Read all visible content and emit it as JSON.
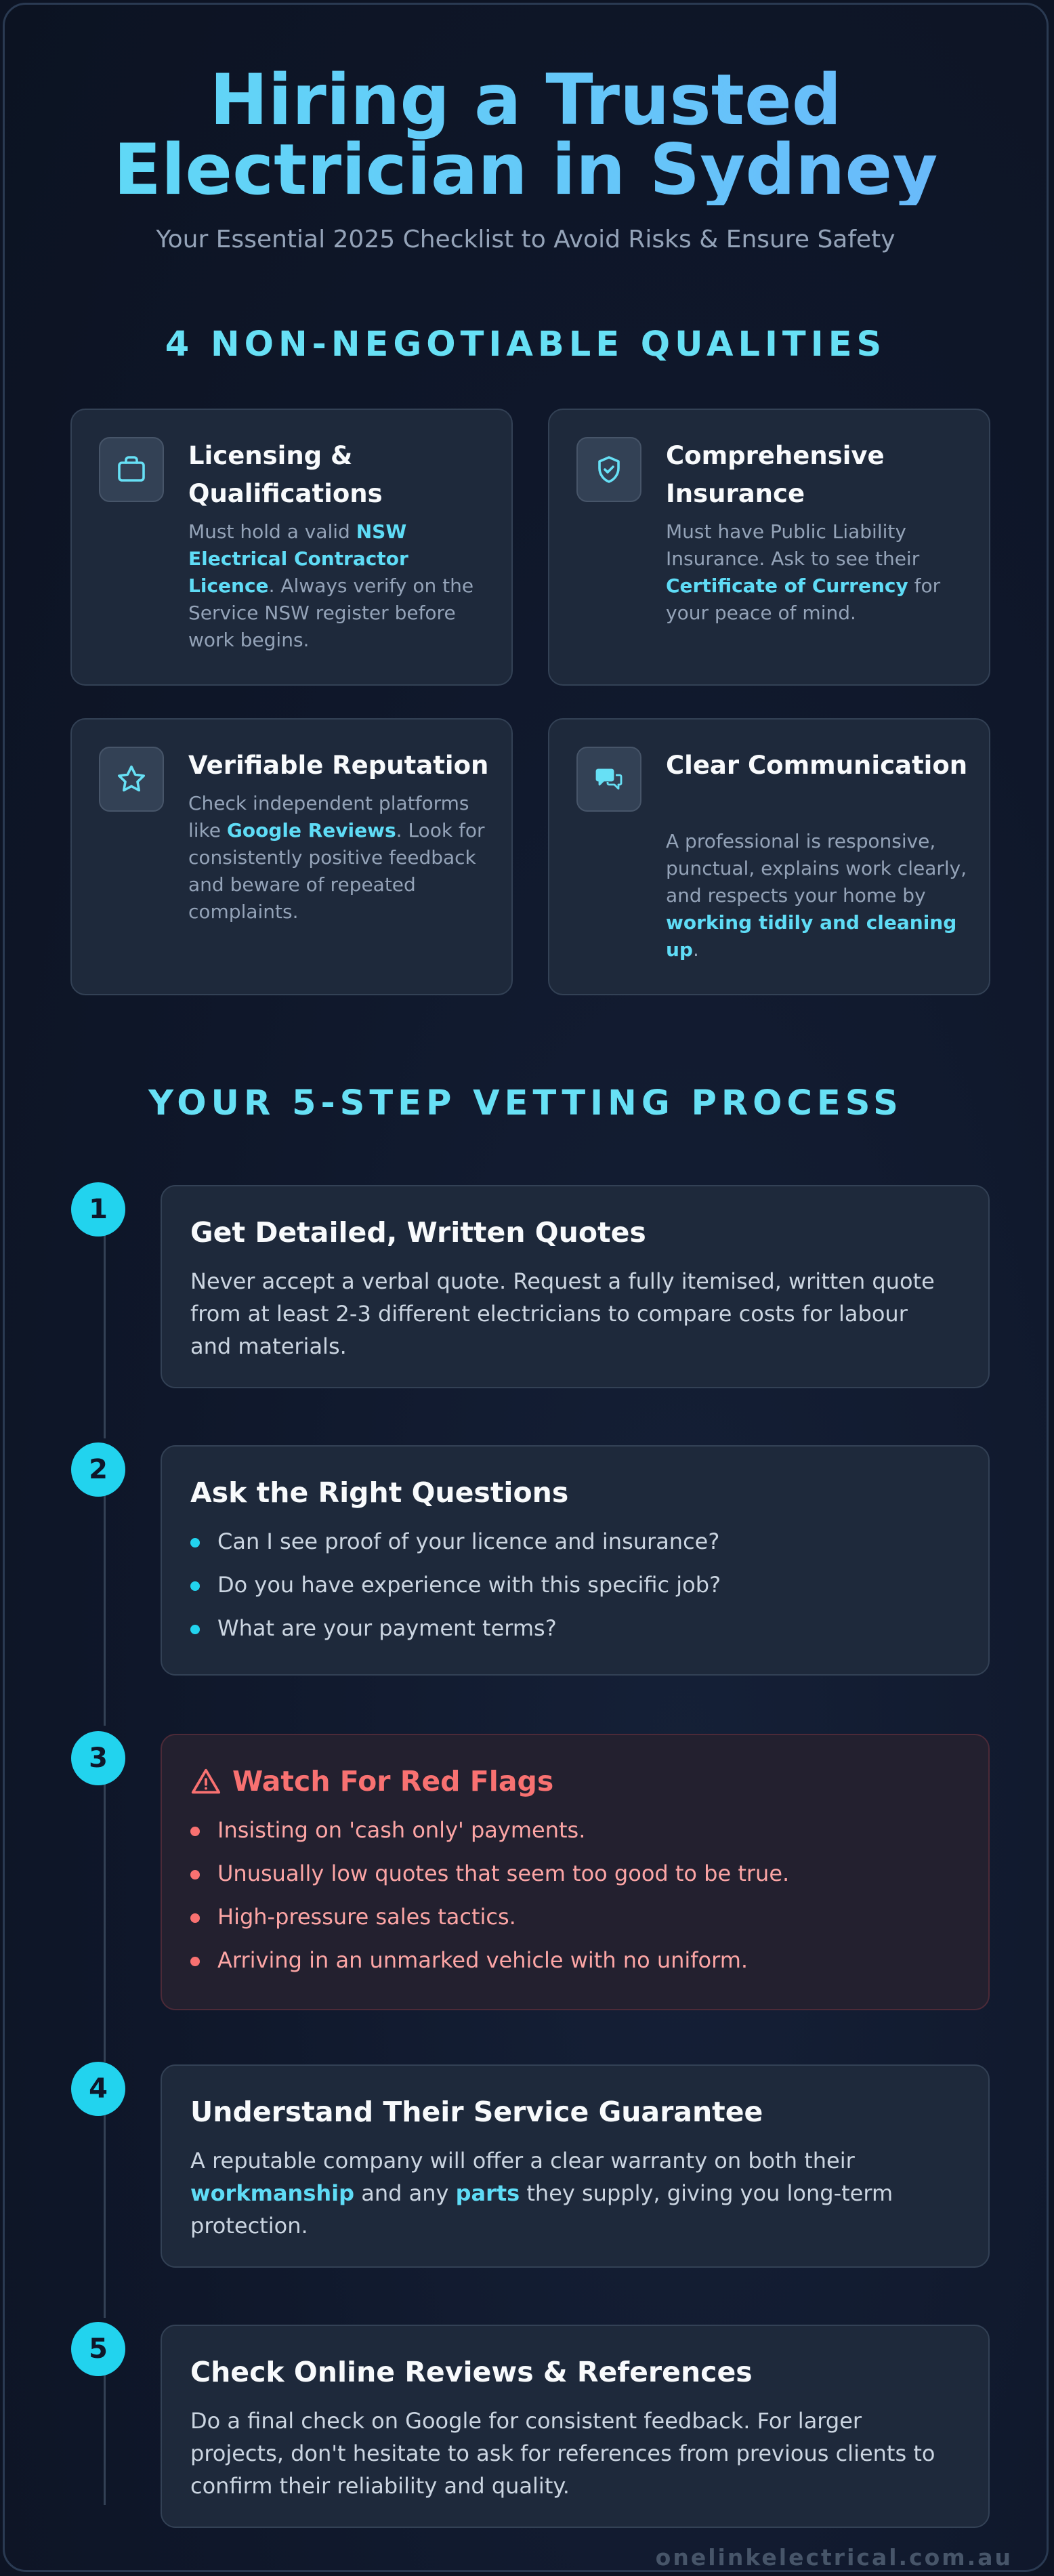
{
  "header": {
    "title_line1": "Hiring a Trusted",
    "title_line2": "Electrician in Sydney",
    "subtitle": "Your Essential 2025 Checklist to Avoid Risks & Ensure Safety"
  },
  "qualities": {
    "heading": "4 NON-NEGOTIABLE QUALITIES",
    "items": [
      {
        "icon": "briefcase-icon",
        "title": "Licensing & Qualifications",
        "text_a": "Must hold a valid ",
        "highlight": "NSW Electrical Contractor Licence",
        "text_b": ". Always verify on the Service NSW register before work begins."
      },
      {
        "icon": "shield-check-icon",
        "title": "Comprehensive Insurance",
        "text_a": "Must have Public Liability Insurance. Ask to see their ",
        "highlight": "Certificate of Currency",
        "text_b": " for your peace of mind."
      },
      {
        "icon": "star-icon",
        "title": "Verifiable Reputation",
        "text_a": "Check independent platforms like ",
        "highlight": "Google Reviews",
        "text_b": ". Look for consistently positive feedback and beware of repeated complaints."
      },
      {
        "icon": "chat-bubbles-icon",
        "title": "Clear Communication",
        "text_a": "A professional is responsive, punctual, explains work clearly, and respects your home by ",
        "highlight": "working tidily and cleaning up",
        "text_b": "."
      }
    ]
  },
  "vetting": {
    "heading": "YOUR 5-STEP VETTING PROCESS",
    "steps": [
      {
        "number": "1",
        "title": "Get Detailed, Written Quotes",
        "text": "Never accept a verbal quote. Request a fully itemised, written quote from at least 2-3 different electricians to compare costs for labour and materials."
      },
      {
        "number": "2",
        "title": "Ask the Right Questions",
        "items": [
          "Can I see proof of your licence and insurance?",
          "Do you have experience with this specific job?",
          "What are your payment terms?"
        ]
      },
      {
        "number": "3",
        "icon": "warning-triangle-icon",
        "title": "Watch For Red Flags",
        "items": [
          "Insisting on 'cash only' payments.",
          "Unusually low quotes that seem too good to be true.",
          "High-pressure sales tactics.",
          "Arriving in an unmarked vehicle with no uniform."
        ]
      },
      {
        "number": "4",
        "title": "Understand Their Service Guarantee",
        "text_a": "A reputable company will offer a clear warranty on both their ",
        "highlight_1": "workmanship",
        "text_b": " and any ",
        "highlight_2": "parts",
        "text_c": " they supply, giving you long-term protection."
      },
      {
        "number": "5",
        "title": "Check Online Reviews & References",
        "text": "Do a final check on Google for consistent feedback. For larger projects, don't hesitate to ask for references from previous clients to confirm their reliability and quality."
      }
    ]
  },
  "footer": {
    "website": "onelinkelectrical.com.au"
  },
  "colors": {
    "background": "#0f172a",
    "card": "#1e293b",
    "accent_cyan": "#22d3ee",
    "highlight": "#5fdcf6",
    "red": "#f87171",
    "muted_text": "#94a3b8"
  }
}
